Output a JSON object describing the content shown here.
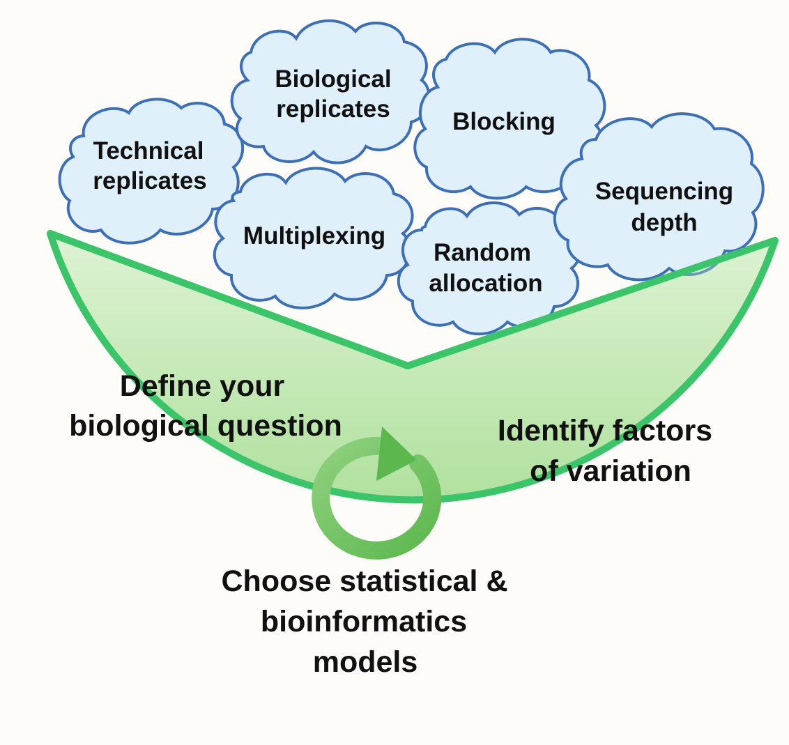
{
  "colors": {
    "background": "#fdfcf8",
    "bowl_fill_top": "#eef8e8",
    "bowl_fill_bottom": "#a8dd96",
    "bowl_stroke": "#3cc46a",
    "cloud_fill": "#e0f0fb",
    "cloud_stroke": "#3d6fb6",
    "cycle_arrow": "#5cb84e",
    "text": "#111111"
  },
  "clouds": [
    {
      "id": "technical-replicates",
      "lines": [
        "Technical",
        "replicates"
      ]
    },
    {
      "id": "biological-replicates",
      "lines": [
        "Biological",
        "replicates"
      ]
    },
    {
      "id": "blocking",
      "lines": [
        "Blocking"
      ]
    },
    {
      "id": "multiplexing",
      "lines": [
        "Multiplexing"
      ]
    },
    {
      "id": "random-allocation",
      "lines": [
        "Random",
        "allocation"
      ]
    },
    {
      "id": "sequencing-depth",
      "lines": [
        "Sequencing",
        "depth"
      ]
    }
  ],
  "bowl": {
    "question": {
      "lines": [
        "Define your",
        "biological question"
      ]
    },
    "factors": {
      "lines": [
        "Identify factors",
        "of variation"
      ]
    },
    "models": {
      "lines": [
        "Choose statistical &",
        "bioinformatics",
        "models"
      ]
    }
  },
  "cycle_icon": "circular-arrow-icon"
}
